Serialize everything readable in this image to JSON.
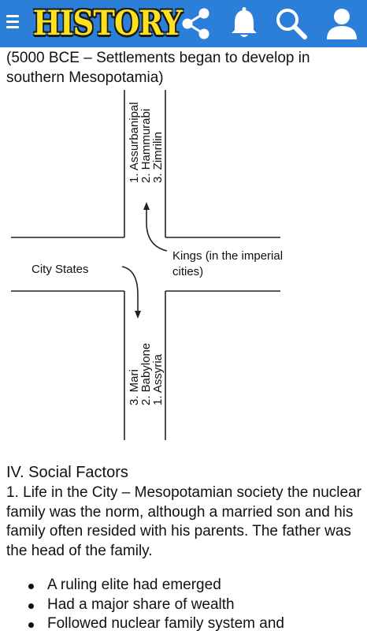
{
  "app_bar": {
    "title": "HISTORY",
    "background_color": "#2c7fd9",
    "title_color": "#ffe21f",
    "icons": [
      "menu-icon",
      "share-icon",
      "bell-icon",
      "search-icon",
      "user-icon"
    ]
  },
  "intro": "(5000 BCE – Settlements began to develop in southern Mesopotamia)",
  "diagram": {
    "left_label": "City States",
    "right_label_line1": "Kings (in the imperial",
    "right_label_line2": "cities)",
    "top_list": [
      "1. Assurbanipal",
      "2. Hammurabi",
      "3. Zimrilin"
    ],
    "bottom_list": [
      "3. Mari",
      "2. Babylone",
      "1. Assyria"
    ]
  },
  "section_heading": "IV. Social Factors",
  "paragraph": "1. Life in the City – Mesopotamian society the nuclear family was the norm, although a married son and his family often resided with his parents. The father was the head of the family.",
  "bullets": [
    "A ruling elite had emerged",
    "Had a major share of wealth",
    "Followed nuclear family system and"
  ]
}
